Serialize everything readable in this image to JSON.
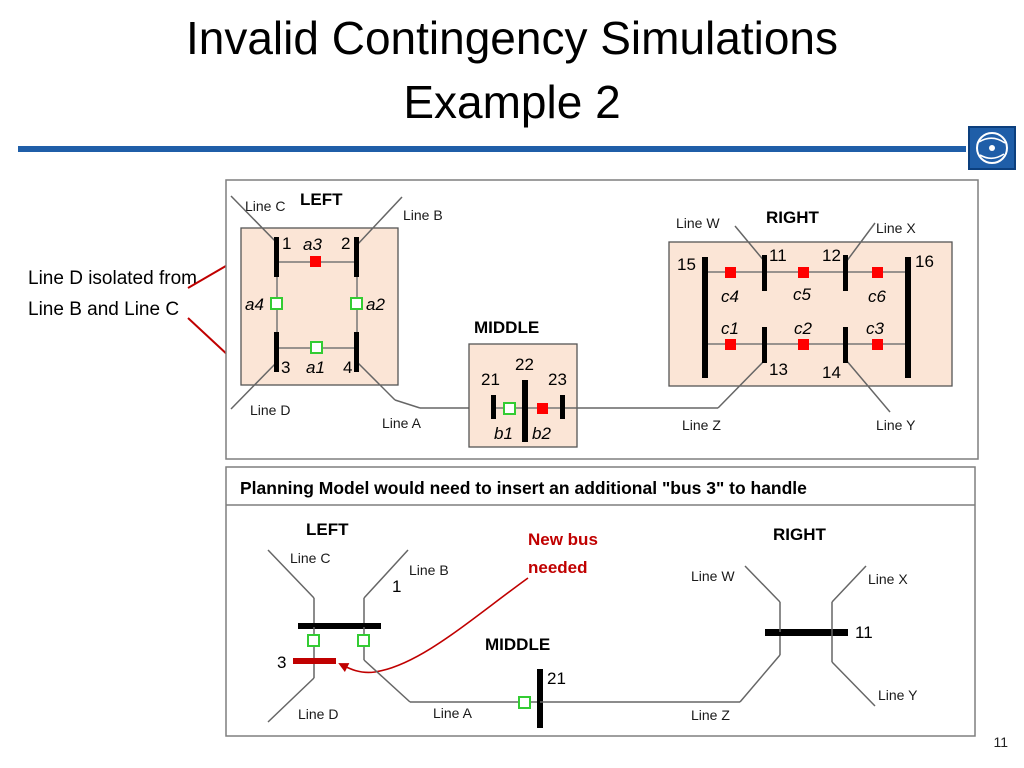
{
  "title": {
    "line1": "Invalid Contingency Simulations",
    "line2": "Example 2"
  },
  "note": "Line D isolated from Line B and Line C",
  "page_number": "11",
  "colors": {
    "rule": "#1f5ea8",
    "substation_fill": "#fbe5d6",
    "open_breaker": "#ff0000",
    "closed_breaker": "#33cc33",
    "new_bus": "#c00000",
    "arrow": "#c00000"
  },
  "top_diagram": {
    "stations": {
      "left": "LEFT",
      "middle": "MIDDLE",
      "right": "RIGHT"
    },
    "lines": {
      "c": "Line C",
      "b": "Line B",
      "d": "Line D",
      "a": "Line A",
      "w": "Line W",
      "x": "Line X",
      "z": "Line Z",
      "y": "Line Y"
    },
    "buses": {
      "b1": "1",
      "b2": "2",
      "b3": "3",
      "b4": "4",
      "b21": "21",
      "b22": "22",
      "b23": "23",
      "b11": "11",
      "b12": "12",
      "b13": "13",
      "b14": "14",
      "b15": "15",
      "b16": "16"
    },
    "breakers": {
      "a1": "a1",
      "a2": "a2",
      "a3": "a3",
      "a4": "a4",
      "b1": "b1",
      "b2": "b2",
      "c1": "c1",
      "c2": "c2",
      "c3": "c3",
      "c4": "c4",
      "c5": "c5",
      "c6": "c6"
    }
  },
  "bottom_diagram": {
    "header": "Planning Model would need to insert an additional \"bus 3\" to handle",
    "stations": {
      "left": "LEFT",
      "middle": "MIDDLE",
      "right": "RIGHT"
    },
    "callout": {
      "line1": "New bus",
      "line2": "needed"
    },
    "lines": {
      "c": "Line C",
      "b": "Line B",
      "d": "Line D",
      "a": "Line A",
      "w": "Line W",
      "x": "Line X",
      "y": "Line Y",
      "z": "Line Z"
    },
    "buses": {
      "b1": "1",
      "b3": "3",
      "b21": "21",
      "b11": "11"
    }
  }
}
